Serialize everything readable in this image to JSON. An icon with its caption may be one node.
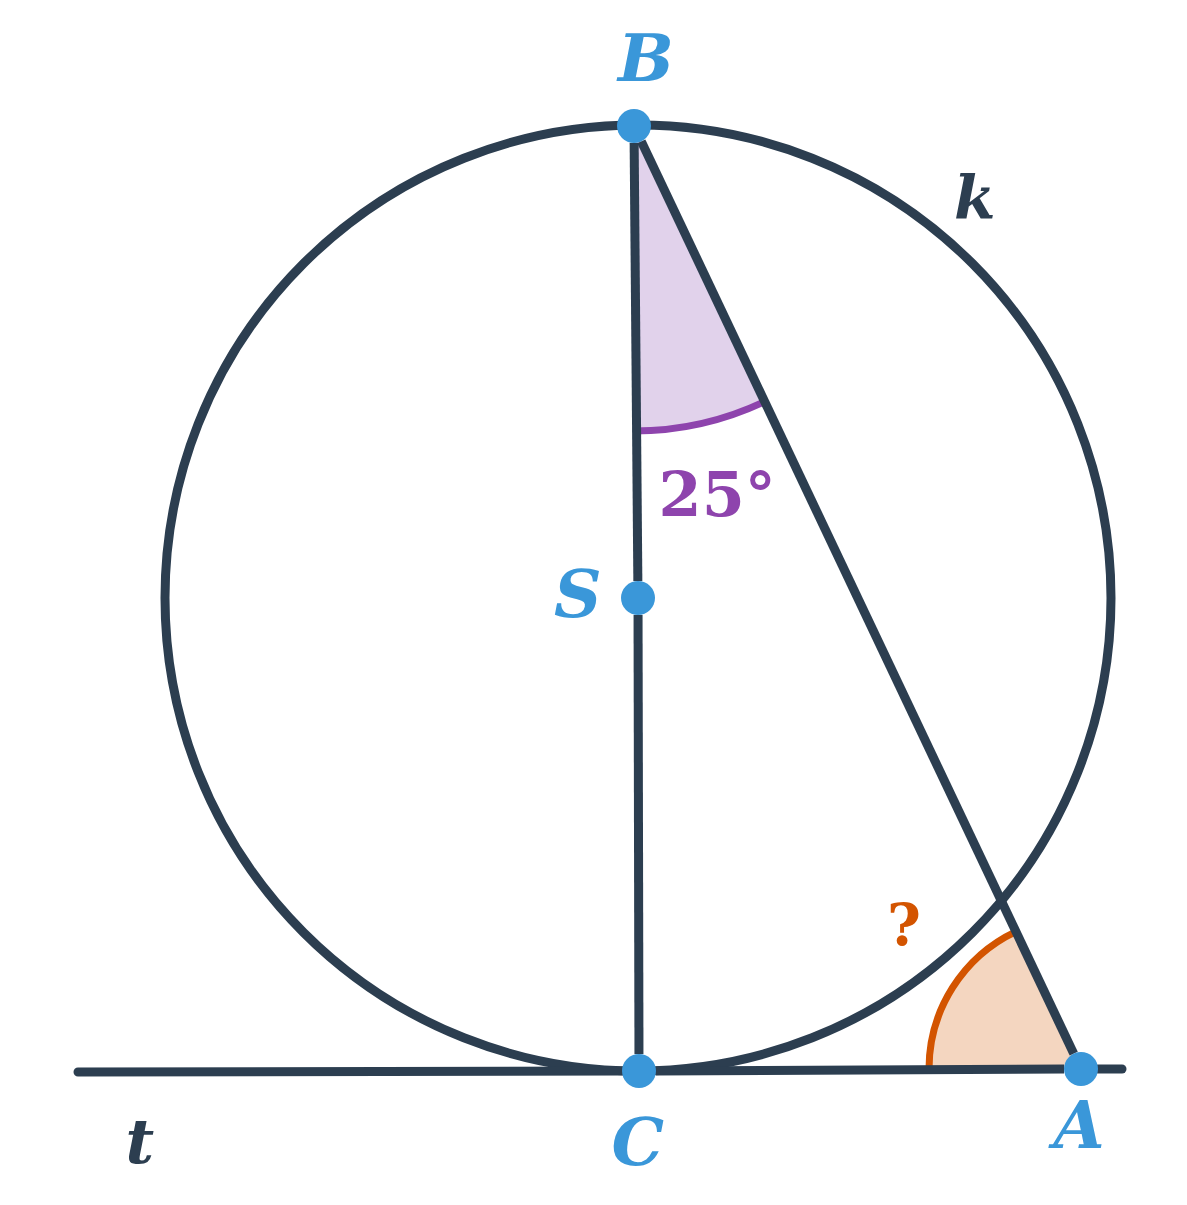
{
  "diagram": {
    "nodes": [
      {
        "text": [],
        "shape": "circle"
      },
      {
        "text": [],
        "shape": "circle"
      },
      {
        "text": [],
        "shape": "circle"
      },
      {
        "text": [],
        "shape": "circle"
      }
    ],
    "edges": [
      {
        "from": 0,
        "to": 1,
        "arrow": "none"
      },
      {
        "from": 1,
        "to": 2,
        "arrow": "none"
      },
      {
        "from": 0,
        "to": 3,
        "arrow": "none"
      },
      {
        "from": 2,
        "to": 3,
        "arrow": "none"
      }
    ],
    "labels": [
      "B",
      "k",
      "25°",
      "S",
      "?",
      "t",
      "C",
      "A"
    ]
  }
}
